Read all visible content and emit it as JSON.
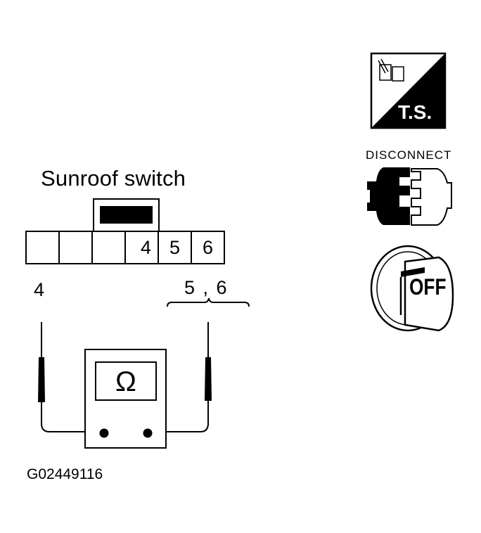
{
  "title": "Sunroof switch",
  "connector": {
    "pins": [
      "",
      "",
      "",
      "4",
      "5",
      "6"
    ]
  },
  "probes": {
    "left_label": "4",
    "right_label": "5 , 6"
  },
  "meter": {
    "symbol": "Ω"
  },
  "figure_code": "G02449116",
  "icons": {
    "ts_label": "T.S.",
    "disconnect_label": "DISCONNECT",
    "ignition_label": "OFF"
  }
}
